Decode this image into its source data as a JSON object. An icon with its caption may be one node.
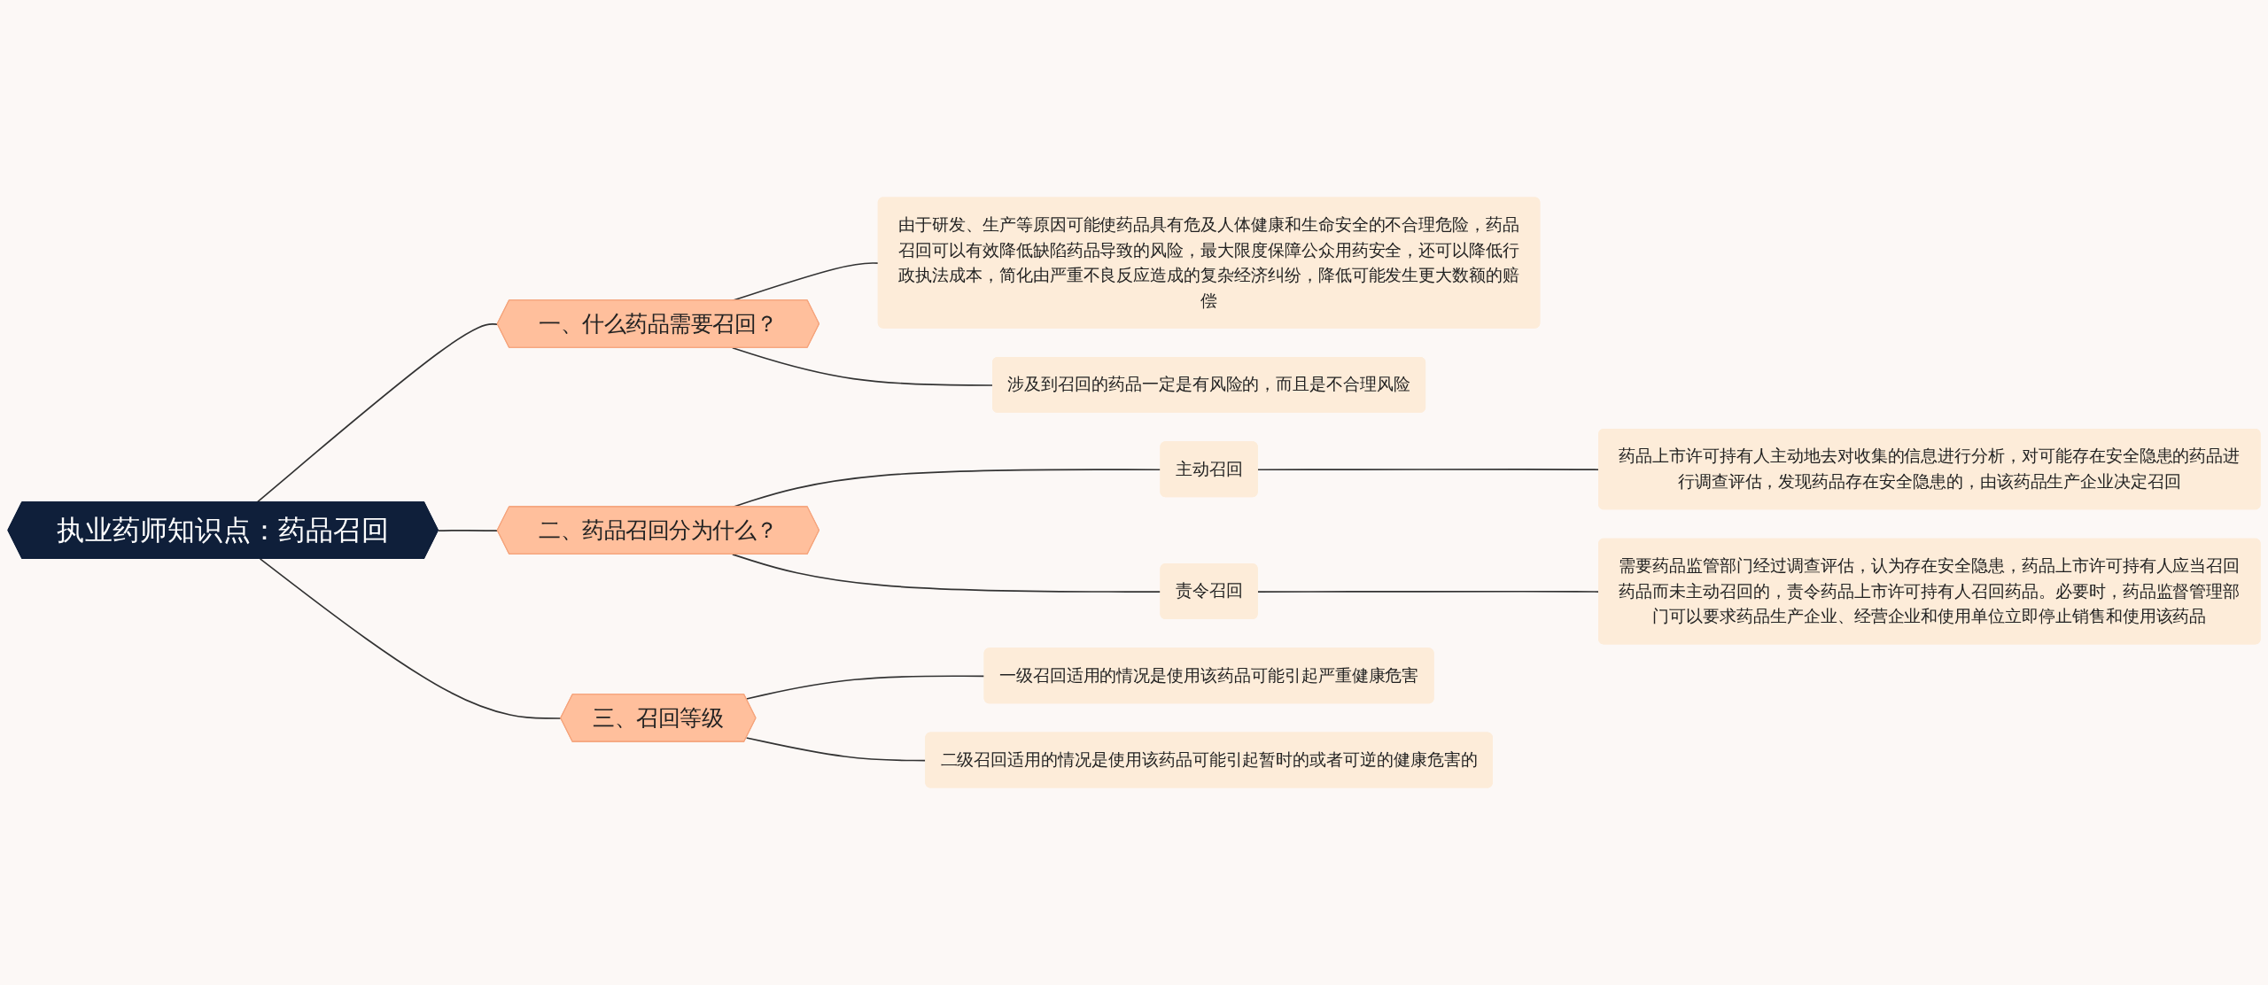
{
  "diagram": {
    "nodes": [
      {
        "text": [
          "执业药师知识点：药品召回"
        ]
      },
      {
        "text": [
          "一、什么药品需要召回？"
        ]
      },
      {
        "text": [
          "由于研发、生产等原因可能使药品具有危及人体健康和生命安全的不合理危险，药品召回可以有效降低缺陷药品导致的风险，最大限度保障公众用药安全，还可以降低行政执法成本，简化由严重不良反应造成的复杂经济纠纷，降低可能发生更大数额的赔偿"
        ]
      },
      {
        "text": [
          "涉及到召回的药品一定是有风险的，而且是不合理风险"
        ]
      },
      {
        "text": [
          "二、药品召回分为什么？"
        ]
      },
      {
        "text": [
          "主动召回"
        ]
      },
      {
        "text": [
          "药品上市许可持有人主动地去对收集的信息进行分析，对可能存在安全隐患的药品进行调查评估，发现药品存在安全隐患的，由该药品生产企业决定召回"
        ]
      },
      {
        "text": [
          "责令召回"
        ]
      },
      {
        "text": [
          "需要药品监管部门经过调查评估，认为存在安全隐患，药品上市许可持有人应当召回药品而未主动召回的，责令药品上市许可持有人召回药品。必要时，药品监督管理部门可以要求药品生产企业、经营企业和使用单位立即停止销售和使用该药品"
        ]
      },
      {
        "text": [
          "三、召回等级"
        ]
      },
      {
        "text": [
          "一级召回适用的情况是使用该药品可能引起严重健康危害"
        ]
      },
      {
        "text": [
          "二级召回适用的情况是使用该药品可能引起暂时的或者可逆的健康危害的"
        ]
      }
    ],
    "edges": [
      {
        "from": 0,
        "to": 1,
        "arrow": "none"
      },
      {
        "from": 1,
        "to": 2,
        "arrow": "none"
      },
      {
        "from": 1,
        "to": 3,
        "arrow": "none"
      },
      {
        "from": 0,
        "to": 4,
        "arrow": "none"
      },
      {
        "from": 4,
        "to": 5,
        "arrow": "none"
      },
      {
        "from": 5,
        "to": 6,
        "arrow": "none"
      },
      {
        "from": 4,
        "to": 7,
        "arrow": "none"
      },
      {
        "from": 7,
        "to": 8,
        "arrow": "none"
      },
      {
        "from": 0,
        "to": 9,
        "arrow": "none"
      },
      {
        "from": 9,
        "to": 10,
        "arrow": "none"
      },
      {
        "from": 9,
        "to": 11,
        "arrow": "none"
      }
    ]
  }
}
